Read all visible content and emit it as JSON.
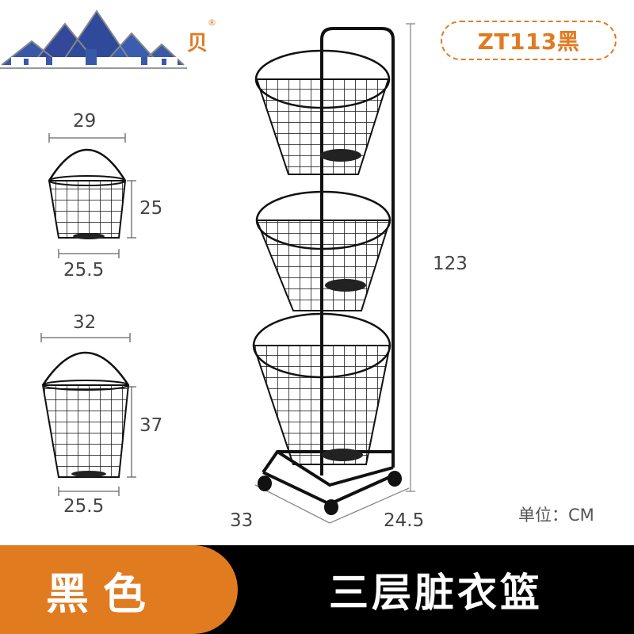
{
  "brand": {
    "logo_text": "贝",
    "registered_mark": "®"
  },
  "model": "ZT113黑",
  "small_basket": {
    "top_width": "29",
    "height": "25",
    "bottom_width": "25.5"
  },
  "large_basket": {
    "top_width": "32",
    "height": "37",
    "bottom_width": "25.5"
  },
  "rack": {
    "height": "123",
    "depth": "33",
    "width": "24.5"
  },
  "unit_label": "单位：CM",
  "banner": {
    "color_label": "黑色",
    "product_title": "三层脏衣篮"
  },
  "colors": {
    "accent": "#e07b20",
    "banner_bg": "#000000",
    "logo_roof": "#2f4a9a"
  }
}
